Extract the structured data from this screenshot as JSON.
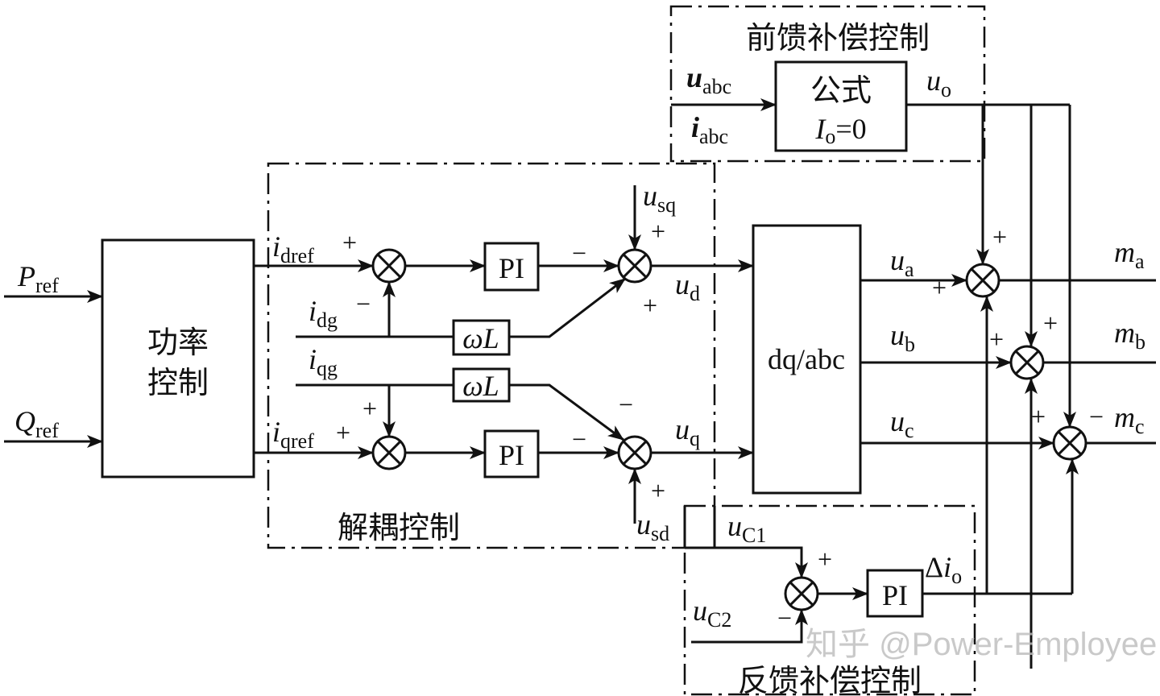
{
  "blocks": {
    "power_control_line1": "功率",
    "power_control_line2": "控制",
    "pi": "PI",
    "omega_L": {
      "main": "ωL"
    },
    "dq_abc": "dq/abc",
    "formula_line1": "公式",
    "formula_line2": {
      "main": "I",
      "sub": "o",
      "rest": "=0"
    }
  },
  "regions": {
    "feedforward": "前馈补偿控制",
    "decoupling": "解耦控制",
    "feedback": "反馈补偿控制"
  },
  "signals": {
    "P_ref": {
      "main": "P",
      "sub": "ref"
    },
    "Q_ref": {
      "main": "Q",
      "sub": "ref"
    },
    "i_dref": {
      "main": "i",
      "sub": "dref"
    },
    "i_qref": {
      "main": "i",
      "sub": "qref"
    },
    "i_dg": {
      "main": "i",
      "sub": "dg"
    },
    "i_qg": {
      "main": "i",
      "sub": "qg"
    },
    "u_sq": {
      "main": "u",
      "sub": "sq"
    },
    "u_sd": {
      "main": "u",
      "sub": "sd"
    },
    "u_d": {
      "main": "u",
      "sub": "d"
    },
    "u_q": {
      "main": "u",
      "sub": "q"
    },
    "u_abc": {
      "main": "u",
      "sub": "abc"
    },
    "i_abc": {
      "main": "i",
      "sub": "abc"
    },
    "u_o": {
      "main": "u",
      "sub": "o"
    },
    "u_a": {
      "main": "u",
      "sub": "a"
    },
    "u_b": {
      "main": "u",
      "sub": "b"
    },
    "u_c": {
      "main": "u",
      "sub": "c"
    },
    "m_a": {
      "main": "m",
      "sub": "a"
    },
    "m_b": {
      "main": "m",
      "sub": "b"
    },
    "m_c": {
      "main": "m",
      "sub": "c"
    },
    "u_C1": {
      "main": "u",
      "sub": "C1"
    },
    "u_C2": {
      "main": "u",
      "sub": "C2"
    },
    "delta_i_o": {
      "pre": "Δ",
      "main": "i",
      "sub": "o"
    }
  },
  "signs": [
    "+",
    "−",
    "+",
    "+",
    "−",
    "−",
    "+",
    "−",
    "+",
    "+",
    "+",
    "+",
    "+",
    "+",
    "+",
    "−"
  ],
  "watermark": "知乎 @Power-Employee"
}
